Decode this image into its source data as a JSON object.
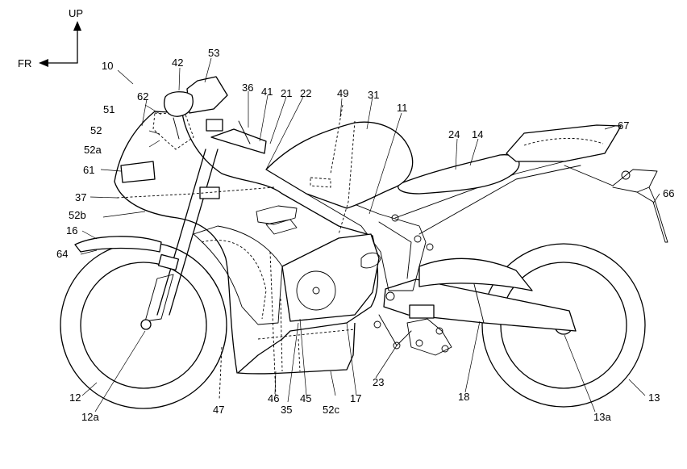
{
  "directions": {
    "up": "UP",
    "front": "FR"
  },
  "ref_numerals": {
    "n10": "10",
    "n11": "11",
    "n12": "12",
    "n12a": "12a",
    "n13": "13",
    "n13a": "13a",
    "n14": "14",
    "n16": "16",
    "n17": "17",
    "n18": "18",
    "n21": "21",
    "n22": "22",
    "n23": "23",
    "n24": "24",
    "n31": "31",
    "n35": "35",
    "n36": "36",
    "n37": "37",
    "n41": "41",
    "n42": "42",
    "n45": "45",
    "n46": "46",
    "n47": "47",
    "n49": "49",
    "n51": "51",
    "n52": "52",
    "n52a": "52a",
    "n52b": "52b",
    "n52c": "52c",
    "n53": "53",
    "n61": "61",
    "n62": "62",
    "n64": "64",
    "n66": "66",
    "n67": "67"
  }
}
